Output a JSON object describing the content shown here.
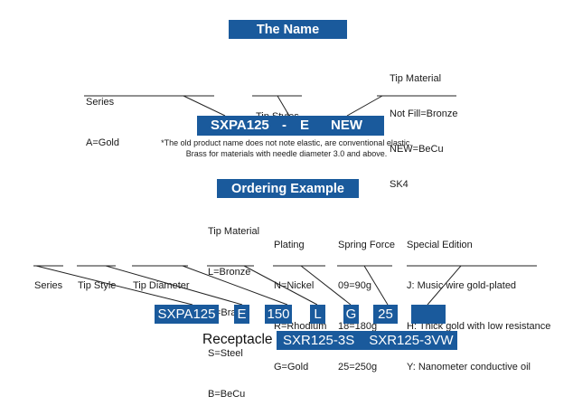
{
  "name_section": {
    "title": "The Name",
    "labels": {
      "series": [
        "Series",
        "A=Gold"
      ],
      "tip_styles": [
        "Tip Styles"
      ],
      "tip_material": [
        "Tip Material",
        "Not Fill=Bronze",
        "NEW=BeCu",
        "SK4"
      ]
    },
    "code_parts": [
      "SXPA125",
      "-",
      "E",
      "NEW"
    ],
    "notes": [
      "*The old product name does not note elastic, are conventional elastic.",
      "Brass for materials with needle diameter 3.0 and above."
    ]
  },
  "ordering_section": {
    "title": "Ordering Example",
    "labels": {
      "series": [
        "Series"
      ],
      "tip_style": [
        "Tip Style"
      ],
      "tip_diameter": [
        "Tip Diameter"
      ],
      "tip_material": [
        "Tip Material",
        "L=Bronze",
        "H=Brass",
        "S=Steel",
        "B=BeCu"
      ],
      "plating": [
        "Plating",
        "N=Nickel",
        "R=Rhodium",
        "G=Gold"
      ],
      "spring_force": [
        "Spring Force",
        "09=90g",
        "18=180g",
        "25=250g"
      ],
      "special_edition": [
        "Special Edition",
        "J: Music wire gold-plated",
        "H: Thick gold with low resistance",
        "Y: Nanometer conductive oil"
      ]
    },
    "code_boxes": [
      "SXPA125",
      "E",
      "150",
      "L",
      "G",
      "25",
      ""
    ],
    "receptacle": {
      "label": "Receptacle",
      "values": [
        "SXR125-3S",
        "SXR125-3VW"
      ]
    }
  },
  "colors": {
    "accent": "#1a5a9c",
    "text": "#1a1a1a",
    "background": "#ffffff"
  }
}
